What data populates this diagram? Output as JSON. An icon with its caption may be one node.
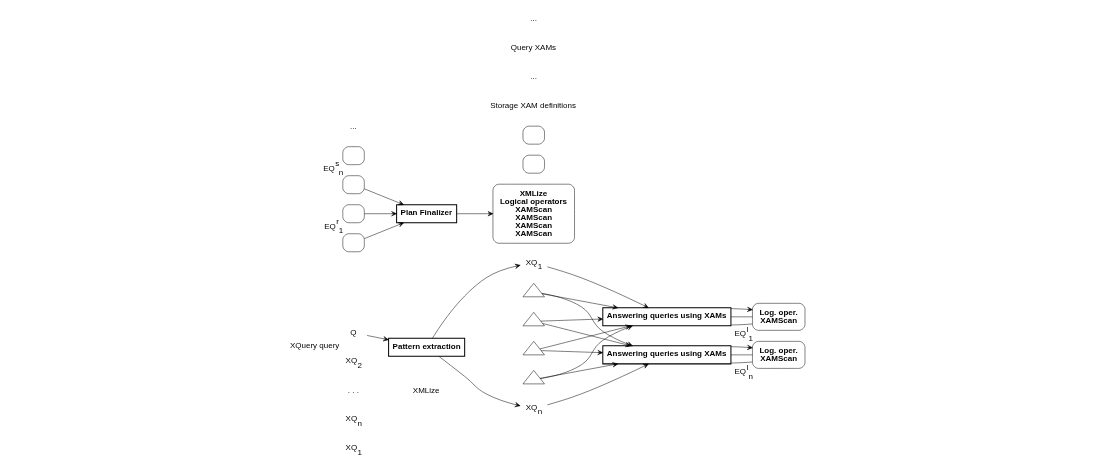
{
  "diagram": {
    "nodes": [
      {
        "text": [
          "Q"
        ],
        "beside": [
          "XQuery query"
        ]
      },
      {
        "text": [
          "Pattern extraction"
        ]
      },
      {
        "text": [
          "XQ$_{1}$"
        ]
      },
      {
        "text": [
          "XQ$_{n}$"
        ]
      },
      {
        "text": [],
        "shape": "tree"
      },
      {
        "text": [],
        "shape": "tree"
      },
      {
        "text": [],
        "shape": "tree"
      },
      {
        "text": [],
        "shape": "tree"
      },
      {
        "text": [
          "Answering queries using XAMs"
        ]
      },
      {
        "text": [
          "Answering queries using XAMs"
        ]
      },
      {
        "text": [
          "Log. oper.",
          "XAMScan"
        ],
        "beside": [
          "EQ$^{l}$$_{1}$"
        ]
      },
      {
        "text": [],
        "shape": "box"
      },
      {
        "text": [],
        "shape": "box",
        "beside": [
          "EQ$^{r}$$_{1}$"
        ]
      },
      {
        "text": [
          "Log. oper.",
          "XAMScan"
        ],
        "beside": [
          "EQ$^{l}$$_{n}$"
        ]
      },
      {
        "text": [],
        "shape": "box"
      },
      {
        "text": [],
        "shape": "box",
        "beside": [
          "EQ$^{s}$$_{n}$"
        ]
      },
      {
        "text": [
          "Plan Finalizer"
        ]
      },
      {
        "text": [
          "XMLize",
          "Logical operators",
          "XAMScan",
          "XAMScan",
          "XAMScan",
          "XAMScan"
        ]
      },
      {
        "text": [],
        "shape": "box"
      },
      {
        "text": [],
        "shape": "box"
      }
    ],
    "edges": [
      {
        "from": 0,
        "to": 1,
        "arrow": "to"
      },
      {
        "from": 1,
        "to": 2,
        "arrow": "to"
      },
      {
        "from": 1,
        "to": 3,
        "arrow": "to"
      },
      {
        "from": 2,
        "to": 8,
        "arrow": "to"
      },
      {
        "from": 3,
        "to": 9,
        "arrow": "to"
      },
      {
        "from": 4,
        "to": 8,
        "arrow": "to"
      },
      {
        "from": 4,
        "to": 9,
        "arrow": "to"
      },
      {
        "from": 5,
        "to": 8,
        "arrow": "to"
      },
      {
        "from": 5,
        "to": 9,
        "arrow": "to"
      },
      {
        "from": 6,
        "to": 8,
        "arrow": "to"
      },
      {
        "from": 6,
        "to": 9,
        "arrow": "to"
      },
      {
        "from": 7,
        "to": 8,
        "arrow": "to"
      },
      {
        "from": 7,
        "to": 9,
        "arrow": "to"
      },
      {
        "from": 8,
        "to": 10,
        "arrow": "none"
      },
      {
        "from": 8,
        "to": 10,
        "arrow": "none"
      },
      {
        "from": 8,
        "to": 10,
        "arrow": "to"
      },
      {
        "from": 9,
        "to": 13,
        "arrow": "none"
      },
      {
        "from": 9,
        "to": 13,
        "arrow": "none"
      },
      {
        "from": 9,
        "to": 13,
        "arrow": "to"
      },
      {
        "from": 11,
        "to": 16,
        "arrow": "to"
      },
      {
        "from": 12,
        "to": 16,
        "arrow": "to"
      },
      {
        "from": 14,
        "to": 16,
        "arrow": "to"
      },
      {
        "from": 16,
        "to": 17,
        "arrow": "to"
      }
    ],
    "labels": [
      "Storage XAM definitions",
      "...",
      "Query XAMs",
      "...",
      "...",
      "XMLize",
      "XQ$_{1}$",
      "XQ$_{2}$",
      ". . .",
      "XQ$_{n}$"
    ]
  }
}
